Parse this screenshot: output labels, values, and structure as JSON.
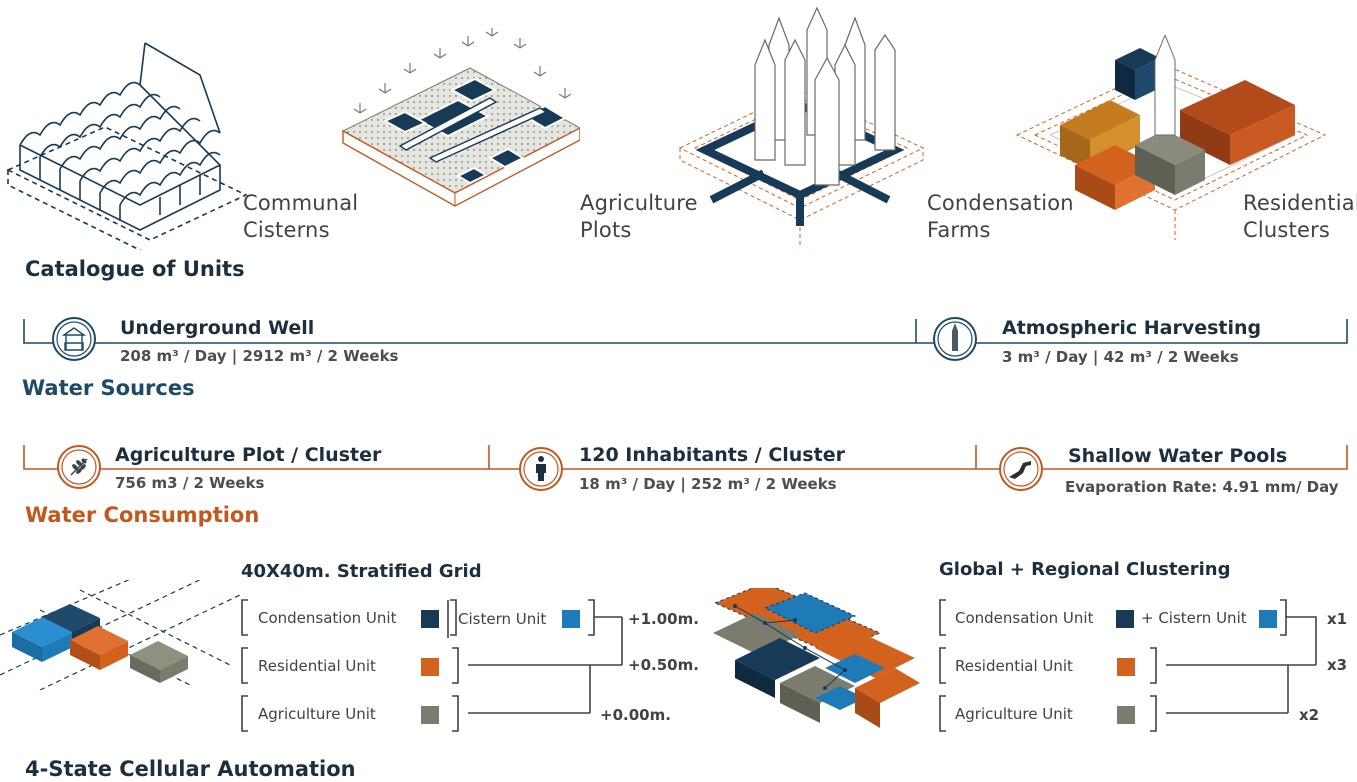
{
  "units": [
    {
      "line1": "Communal",
      "line2": "Cisterns"
    },
    {
      "line1": "Agriculture",
      "line2": "Plots"
    },
    {
      "line1": "Condensation",
      "line2": "Farms"
    },
    {
      "line1": "Residential",
      "line2": "Clusters"
    }
  ],
  "catalogue_title": "Catalogue of Units",
  "water_sources": {
    "title": "Water Sources",
    "items": [
      {
        "title": "Underground Well",
        "sub": "208 m³ / Day | 2912 m³ / 2  Weeks",
        "icon": "well-icon"
      },
      {
        "title": "Atmospheric Harvesting",
        "sub": "3 m³ / Day | 42 m³ / 2  Weeks",
        "icon": "condensation-tower-icon"
      }
    ]
  },
  "water_consumption": {
    "title": "Water Consumption",
    "items": [
      {
        "title": "Agriculture Plot / Cluster",
        "sub": "756 m3 / 2 Weeks",
        "icon": "wheat-icon"
      },
      {
        "title": "120 Inhabitants / Cluster",
        "sub": "18 m³ / Day | 252 m³ / 2 Weeks",
        "icon": "person-icon"
      },
      {
        "title": "Shallow Water Pools",
        "sub": "Evaporation Rate: 4.91 mm/ Day",
        "icon": "pool-icon"
      }
    ]
  },
  "grid_legend": {
    "title": "40X40m. Stratified Grid",
    "condensation": "Condensation Unit",
    "cistern": "Cistern Unit",
    "residential": "Residential Unit",
    "agriculture": "Agriculture Unit",
    "levels": [
      "+1.00m.",
      "+0.50m.",
      "+0.00m."
    ]
  },
  "cluster_legend": {
    "title": "Global + Regional Clustering",
    "condensation": "Condensation Unit",
    "cistern": "+ Cistern Unit",
    "residential": "Residential Unit",
    "agriculture": "Agriculture Unit",
    "multipliers": [
      "x1",
      "x3",
      "x2"
    ]
  },
  "automation_title": "4-State Cellular Automation",
  "colors": {
    "navy": "#173a56",
    "blue": "#1f7ab8",
    "orange": "#d4621f",
    "grey": "#7b7c6e",
    "ochre": "#c47c1f",
    "rust": "#b34a1a"
  }
}
